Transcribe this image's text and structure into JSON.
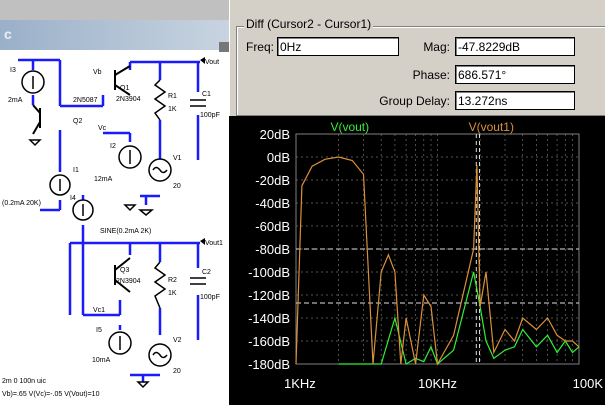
{
  "schematic": {
    "title": "c",
    "labels": {
      "i3_name": "I3",
      "i3_val": "2mA",
      "q2_model": "2N5087",
      "q2_name": "Q2",
      "vb": "Vb",
      "q1_name": "Q1",
      "q1_model": "2N3904",
      "vc": "Vc",
      "vout": "Vout",
      "r1_name": "R1",
      "r1_val": "1K",
      "c1_name": "C1",
      "c1_val": "100pF",
      "i2_name": "I2",
      "i2_val": "12mA",
      "v1_name": "V1",
      "v1_val": "20",
      "i1_name": "I1",
      "i1_val": "(0.2mA 20K)",
      "i4_name": "I4",
      "sine_label": "SINE(0.2mA 2K)",
      "vout1": "Vout1",
      "q3_name": "Q3",
      "q3_model": "2N3904",
      "r2_name": "R2",
      "r2_val": "1K",
      "c2_name": "C2",
      "c2_val": "100pF",
      "vc1": "Vc1",
      "i5_name": "I5",
      "i5_val": "10mA",
      "v2_name": "V2",
      "v2_val": "20",
      "cmd1": "2m 0 100n uic",
      "cmd2": "Vb)=.65 V(Vc)=-.05 V(Vout)=10"
    }
  },
  "diff": {
    "legend": "Diff (Cursor2 - Cursor1)",
    "freq_label": "Freq:",
    "freq_value": "0Hz",
    "mag_label": "Mag:",
    "mag_value": "-47.8229dB",
    "phase_label": "Phase:",
    "phase_value": "686.571°",
    "gd_label": "Group Delay:",
    "gd_value": "13.272ns"
  },
  "chart_data": {
    "type": "line",
    "x_scale": "log",
    "xlim": [
      1000,
      100000
    ],
    "ylim": [
      -180,
      20
    ],
    "y_ticks": [
      "20dB",
      "0dB",
      "-20dB",
      "-40dB",
      "-60dB",
      "-80dB",
      "-100dB",
      "-120dB",
      "-140dB",
      "-160dB",
      "-180dB"
    ],
    "x_ticks": [
      "1KHz",
      "10KHz",
      "100K"
    ],
    "grid": true,
    "legend_position": "top",
    "cursor_y_dB": [
      -80,
      -127
    ],
    "cursor_x_Hz": [
      18800,
      19800
    ],
    "series": [
      {
        "name": "V(vout)",
        "color": "#33ee33",
        "x": [
          2000,
          4000,
          5000,
          6000,
          7000,
          8000,
          9000,
          10000,
          13000,
          18000,
          20000,
          22000,
          25000,
          30000,
          35000,
          40000,
          50000,
          60000,
          70000,
          80000,
          90000,
          100000
        ],
        "y": [
          -180,
          -180,
          -140,
          -180,
          -175,
          -178,
          -165,
          -180,
          -168,
          -100,
          -130,
          -160,
          -175,
          -168,
          -165,
          -150,
          -165,
          -155,
          -170,
          -160,
          -170,
          -165
        ]
      },
      {
        "name": "V(vout1)",
        "color": "#d9903a",
        "x": [
          1000,
          1100,
          1300,
          1600,
          2000,
          2500,
          3000,
          3500,
          4000,
          4500,
          5000,
          5500,
          6000,
          7000,
          8000,
          9000,
          10000,
          13000,
          18000,
          19000,
          20000,
          22000,
          25000,
          30000,
          35000,
          40000,
          50000,
          60000,
          70000,
          80000,
          90000,
          100000
        ],
        "y": [
          -180,
          -25,
          -8,
          -2,
          0,
          -3,
          -15,
          -180,
          -100,
          -85,
          -100,
          -180,
          -140,
          -180,
          -120,
          -130,
          -180,
          -155,
          -80,
          -7,
          -130,
          -100,
          -170,
          -150,
          -160,
          -140,
          -150,
          -140,
          -155,
          -160,
          -160,
          -165
        ]
      }
    ]
  }
}
